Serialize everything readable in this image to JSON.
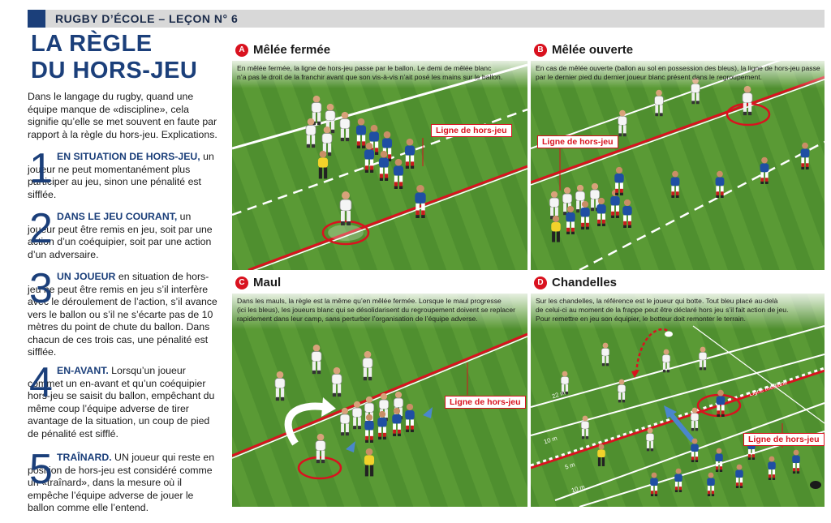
{
  "header": {
    "label": "RUGBY D’ÉCOLE – LEÇON N° 6"
  },
  "title": {
    "line1": "LA RÈGLE",
    "line2": "DU HORS-JEU"
  },
  "intro": "Dans le langage du rugby, quand une équipe manque de «discipline», cela signifie qu’elle se met souvent en faute par rapport à la règle du hors-jeu. Explications.",
  "rules": [
    {
      "num": "1",
      "lead": "EN SITUATION DE HORS-JEU,",
      "text": " un joueur ne peut momentanément plus participer au jeu, sinon une pénalité est sifflée."
    },
    {
      "num": "2",
      "lead": "DANS LE JEU COURANT,",
      "text": " un joueur peut être remis en jeu, soit par une action d’un coéquipier, soit par une action d’un adversaire."
    },
    {
      "num": "3",
      "lead": "UN JOUEUR",
      "text": " en situation de hors-jeu ne peut être remis en jeu s’il interfère avec le déroulement de l’action, s’il avance vers le ballon ou s’il ne s’écarte pas de 10 mètres du point de chute du ballon. Dans chacun de ces trois cas, une pénalité est sifflée."
    },
    {
      "num": "4",
      "lead": "EN-AVANT.",
      "text": " Lorsqu’un joueur commet un en-avant et qu’un coéquipier hors-jeu se saisit du ballon, empêchant du même coup l’équipe adverse de tirer avantage de la situation, un coup de pied de pénalité est sifflé."
    },
    {
      "num": "5",
      "lead": "TRAÎNARD.",
      "text": " UN joueur qui reste en position de hors-jeu est considéré comme un «traînard», dans la mesure où il empêche l’équipe adverse de jouer le ballon comme elle l’entend."
    }
  ],
  "panels": {
    "a": {
      "letter": "A",
      "title": "Mêlée fermée",
      "caption1": "En mêlée fermée, la ligne de hors-jeu passe par le ballon. Le demi de mêlée blanc",
      "caption2": "n’a pas le droit de la franchir avant que son vis-à-vis n’ait posé les mains sur le ballon.",
      "label": "Ligne de hors-jeu"
    },
    "b": {
      "letter": "B",
      "title": "Mêlée ouverte",
      "caption1": "En cas de mêlée ouverte (ballon au sol en possession des bleus), la ligne de hors-jeu passe",
      "caption2": "par le dernier pied du dernier joueur blanc présent dans le regroupement.",
      "label": "Ligne de hors-jeu"
    },
    "c": {
      "letter": "C",
      "title": "Maul",
      "caption1": "Dans les mauls, la règle est la même qu’en mêlée fermée. Lorsque le maul progresse",
      "caption2": "(ici les bleus), les joueurs blanc qui se désolidarisent du regroupement doivent se replacer",
      "caption3": "rapidement dans leur camp, sans perturber l’organisation de l’équipe adverse.",
      "label": "Ligne de hors-jeu"
    },
    "d": {
      "letter": "D",
      "title": "Chandelles",
      "caption1": "Sur les chandelles, la référence est le joueur qui botte. Tout bleu placé au-delà",
      "caption2": "de celui-ci au moment de la frappe peut être déclaré hors jeu s’il fait action de jeu.",
      "caption3": "Pour remettre en jeu son équipier, le botteur doit remonter le terrain.",
      "label": "Ligne de hors-jeu",
      "mark_22": "22 m",
      "mark_10a": "10 m",
      "mark_10b": "10 m",
      "mark_5": "5 m",
      "mark_ligne": "Ligne médiane"
    }
  },
  "colors": {
    "brand": "#1b3f7a",
    "accent": "#d9121f",
    "grass": "#4f8f2f",
    "grass_light": "#5fa23a",
    "blue_team": "#1f4fa3",
    "white_team": "#f2f2f2"
  }
}
